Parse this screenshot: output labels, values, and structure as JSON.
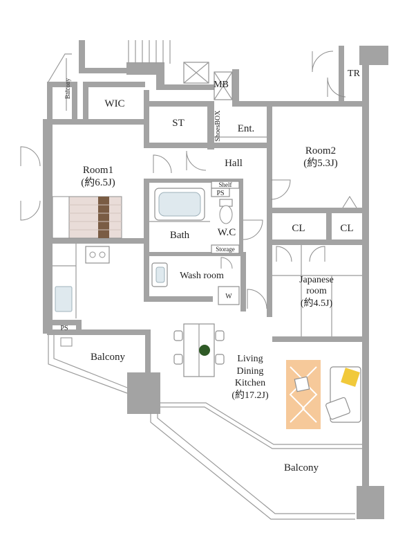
{
  "rooms": {
    "balcony_nw": "Balcony",
    "wic": "WIC",
    "mb": "MB",
    "tr": "TR",
    "st": "ST",
    "shoes_box": "ShoesBOX",
    "entrance": "Ent.",
    "room1_name": "Room1",
    "room1_size": "(約6.5J)",
    "hall": "Hall",
    "room2_name": "Room2",
    "room2_size": "(約5.3J)",
    "shelf": "Shelf",
    "ps_bath": "PS",
    "wc": "W.C",
    "bath": "Bath",
    "cl_left": "CL",
    "cl_right": "CL",
    "storage": "Storage",
    "wash_room": "Wash room",
    "washer": "W",
    "japanese_line1": "Japanese",
    "japanese_line2": "room",
    "japanese_size": "(約4.5J)",
    "ps_kitchen": "PS",
    "balcony_w": "Balcony",
    "ldk_line1": "Living",
    "ldk_line2": "Dining",
    "ldk_line3": "Kitchen",
    "ldk_size": "(約17.2J)",
    "balcony_s": "Balcony"
  },
  "colors": {
    "wall": "#a3a3a3",
    "rug": "#f6c99a",
    "bedding": "#e9dcd8",
    "bed_runner": "#7a5c44",
    "sofa_cushion": "#f1c93a",
    "plant": "#2f5a26"
  }
}
